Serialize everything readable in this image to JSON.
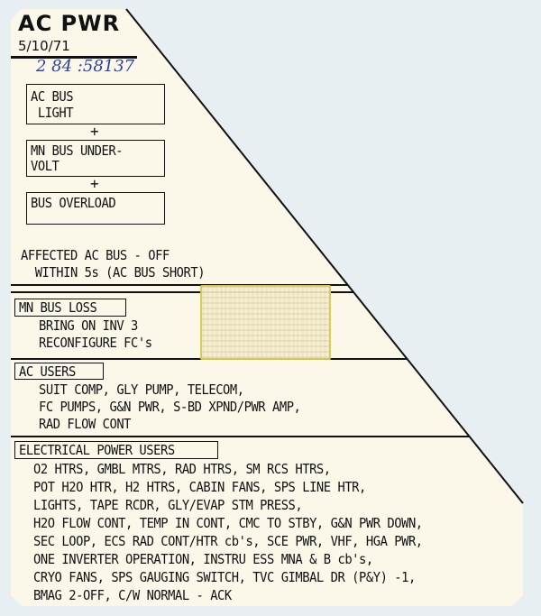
{
  "card": {
    "title": "AC PWR",
    "date": "5/10/71",
    "handwritten_note": "2 84 :58137",
    "colors": {
      "card": "#fbf8ea",
      "ink": "#111111",
      "handwriting": "#2c3f9e",
      "background": "#e7eff2",
      "velcro": "#f1e9c8"
    }
  },
  "conditions": {
    "boxes": [
      {
        "line1": "AC BUS",
        "line2": " LIGHT"
      },
      {
        "line1": "MN BUS UNDER-",
        "line2": "VOLT"
      },
      {
        "line1": "BUS OVERLOAD",
        "line2": ""
      }
    ],
    "plus": "+"
  },
  "action": {
    "line1": "AFFECTED AC BUS - OFF",
    "line2": "  WITHIN 5s (AC BUS SHORT)"
  },
  "sections": [
    {
      "header": "MN BUS LOSS",
      "lines": [
        "BRING ON INV 3",
        "RECONFIGURE FC's"
      ]
    },
    {
      "header": "AC USERS",
      "lines": [
        "SUIT COMP, GLY PUMP, TELECOM,",
        "FC PUMPS, G&N PWR, S-BD XPND/PWR AMP,",
        "RAD FLOW CONT"
      ]
    },
    {
      "header": "ELECTRICAL POWER USERS",
      "lines": [
        "O2 HTRS, GMBL MTRS, RAD HTRS, SM RCS HTRS,",
        "POT H2O HTR, H2 HTRS, CABIN FANS, SPS LINE HTR,",
        "LIGHTS, TAPE RCDR, GLY/EVAP STM PRESS,",
        "H2O FLOW CONT, TEMP IN CONT, CMC TO STBY, G&N PWR DOWN,",
        "SEC LOOP, ECS RAD CONT/HTR cb's, SCE PWR, VHF, HGA PWR,",
        "ONE INVERTER OPERATION, INSTRU ESS MNA & B cb's,",
        "CRYO FANS, SPS GAUGING SWITCH, TVC GIMBAL DR (P&Y) -1,",
        "BMAG 2-OFF, C/W NORMAL - ACK"
      ]
    }
  ]
}
